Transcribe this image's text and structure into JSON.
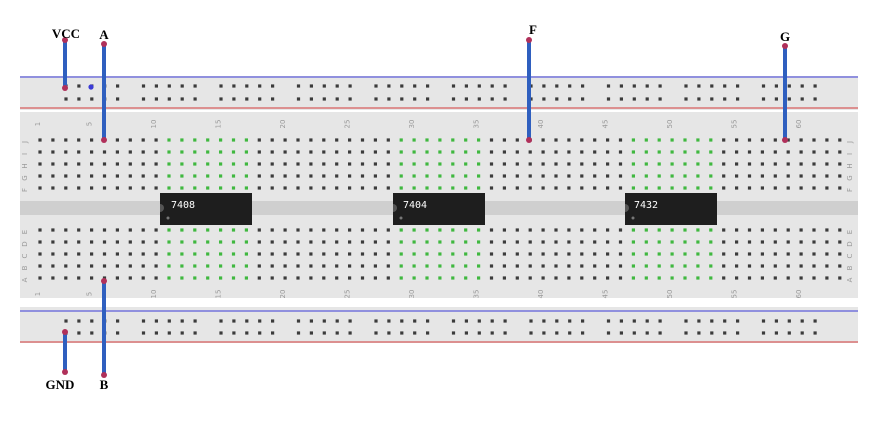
{
  "breadboard": {
    "column_numbers": [
      "1",
      "5",
      "10",
      "15",
      "20",
      "25",
      "30",
      "35",
      "40",
      "45",
      "50",
      "55",
      "60"
    ],
    "row_letters_top": [
      "J",
      "I",
      "H",
      "G",
      "F"
    ],
    "row_letters_bottom": [
      "E",
      "D",
      "C",
      "B",
      "A"
    ]
  },
  "chips": [
    {
      "label": "7408"
    },
    {
      "label": "7404"
    },
    {
      "label": "7432"
    }
  ],
  "wires": [
    {
      "label": "VCC",
      "color": "#2f5fbf"
    },
    {
      "label": "A",
      "color": "#2f5fbf"
    },
    {
      "label": "F",
      "color": "#2f5fbf"
    },
    {
      "label": "G",
      "color": "#2f5fbf"
    },
    {
      "label": "GND",
      "color": "#2f5fbf"
    },
    {
      "label": "B",
      "color": "#2f5fbf"
    }
  ],
  "colors": {
    "board": "#e6e6e6",
    "channel": "#cfcfcf",
    "hole": "#3b3b3b",
    "active_hole": "#3fb83f",
    "rail_blue": "#3b3bd6",
    "rail_red": "#d23b3b",
    "chip": "#1e1e1e",
    "wire_end": "#b0305a"
  }
}
